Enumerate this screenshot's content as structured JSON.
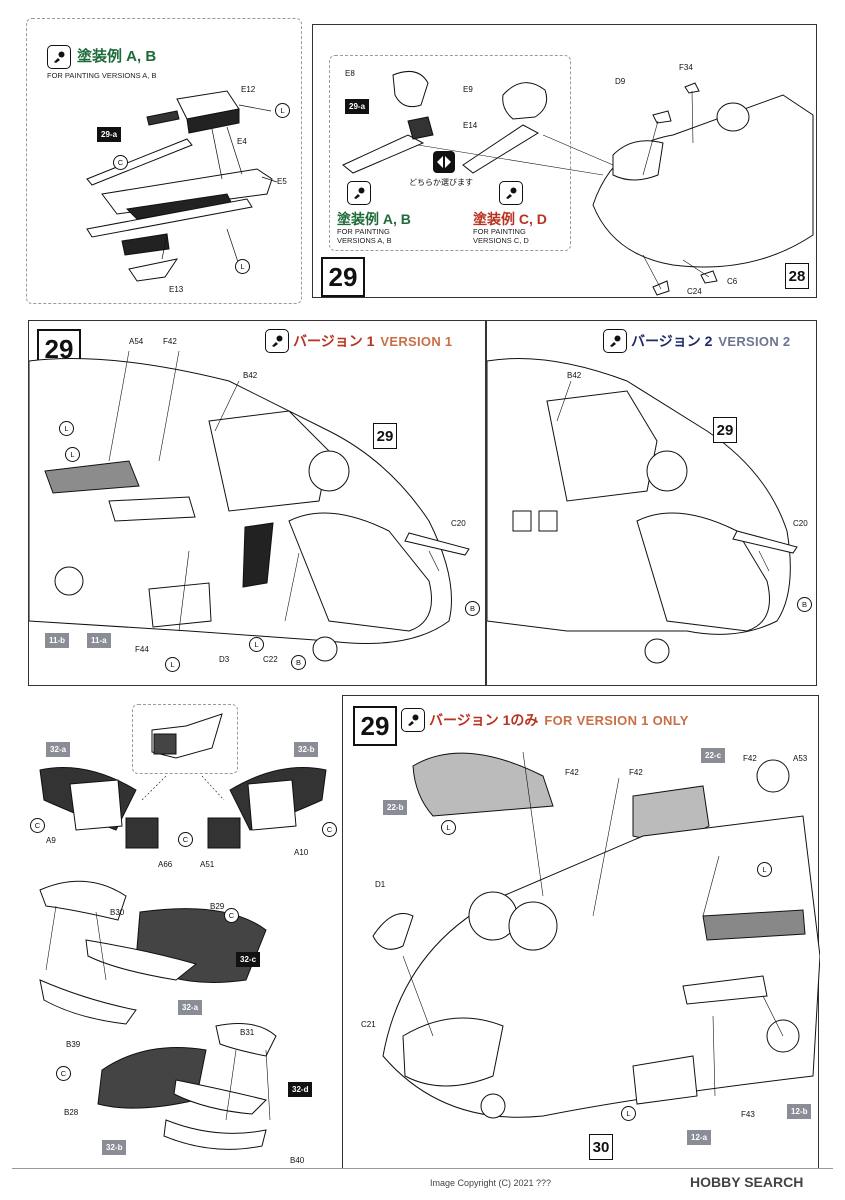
{
  "panel_a": {
    "title": "塗装例 A, B",
    "subtitle": "FOR PAINTING VERSIONS A, B",
    "tag": "29-a",
    "parts": [
      "E12",
      "E4",
      "E5",
      "E13"
    ],
    "circle": "L",
    "circle_c": "C"
  },
  "panel_b": {
    "step": "29",
    "sub_step": "28",
    "tag": "29-a",
    "parts_left": [
      "E8",
      "E9",
      "E14"
    ],
    "parts_right": [
      "D9",
      "F34",
      "C6",
      "C24"
    ],
    "choice_note": "どちらか選びます",
    "paint_ab_title": "塗装例 A, B",
    "paint_ab_sub": "FOR PAINTING\nVERSIONS A, B",
    "paint_cd_title": "塗装例 C, D",
    "paint_cd_sub": "FOR PAINTING\nVERSIONS C, D"
  },
  "panel_c": {
    "step": "29",
    "sub_step": "29",
    "version_jp": "バージョン 1",
    "version_en": "VERSION 1",
    "parts": [
      "A54",
      "F42",
      "B42",
      "C20",
      "F44",
      "D3",
      "C22"
    ],
    "tags": [
      "11-b",
      "11-a"
    ],
    "circles": [
      "L",
      "L",
      "L",
      "L",
      "B",
      "B"
    ]
  },
  "panel_d": {
    "sub_step": "29",
    "version_jp": "バージョン 2",
    "version_en": "VERSION 2",
    "parts": [
      "B42",
      "C20"
    ],
    "circle": "B"
  },
  "panel_e": {
    "tags": [
      "32-a",
      "32-b",
      "32-c",
      "32-a",
      "32-d",
      "32-b"
    ],
    "parts": [
      "A9",
      "A66",
      "A51",
      "A10",
      "B30",
      "B29",
      "B39",
      "B31",
      "B28",
      "B40"
    ],
    "circles": [
      "C",
      "C",
      "C",
      "C",
      "C"
    ]
  },
  "panel_f": {
    "step": "29",
    "version_jp": "バージョン 1のみ",
    "version_en": "FOR VERSION 1 ONLY",
    "parts": [
      "F42",
      "F42",
      "F42",
      "A53",
      "D1",
      "C21",
      "F43"
    ],
    "tags": [
      "22-b",
      "22-c",
      "12-a",
      "12-b"
    ],
    "sub_step": "30",
    "circles": [
      "L",
      "L",
      "L"
    ]
  },
  "footer": {
    "copyright": "Image Copyright (C) 2021 ???",
    "logo": "HOBBY SEARCH"
  },
  "colors": {
    "green": "#1e6b3a",
    "red": "#b8321f",
    "orange_en": "#c96f45",
    "navy": "#1f2a66",
    "gray_en": "#6d7590",
    "tag_gray": "#8a8d96"
  }
}
